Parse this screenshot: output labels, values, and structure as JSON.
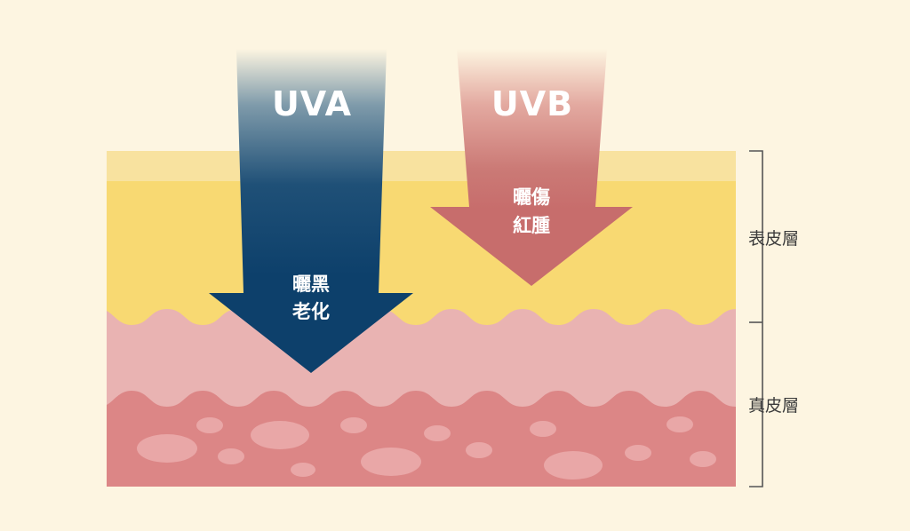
{
  "uva": {
    "title": "UVA",
    "effect_line1": "曬黑",
    "effect_line2": "老化"
  },
  "uvb": {
    "title": "UVB",
    "effect_line1": "曬傷",
    "effect_line2": "紅腫"
  },
  "layers": {
    "epidermis": "表皮層",
    "dermis": "真皮層"
  },
  "colors": {
    "background": "#fdf5e1",
    "epidermis_top": "#f8e29f",
    "epidermis": "#f8d972",
    "dermis_upper": "#e9b3b2",
    "dermis_lower": "#dc8686",
    "dermis_spots": "#e9a7a7",
    "uva_arrow": "#0d406b",
    "uvb_arrow": "#c76d6c",
    "bracket": "#555555"
  }
}
